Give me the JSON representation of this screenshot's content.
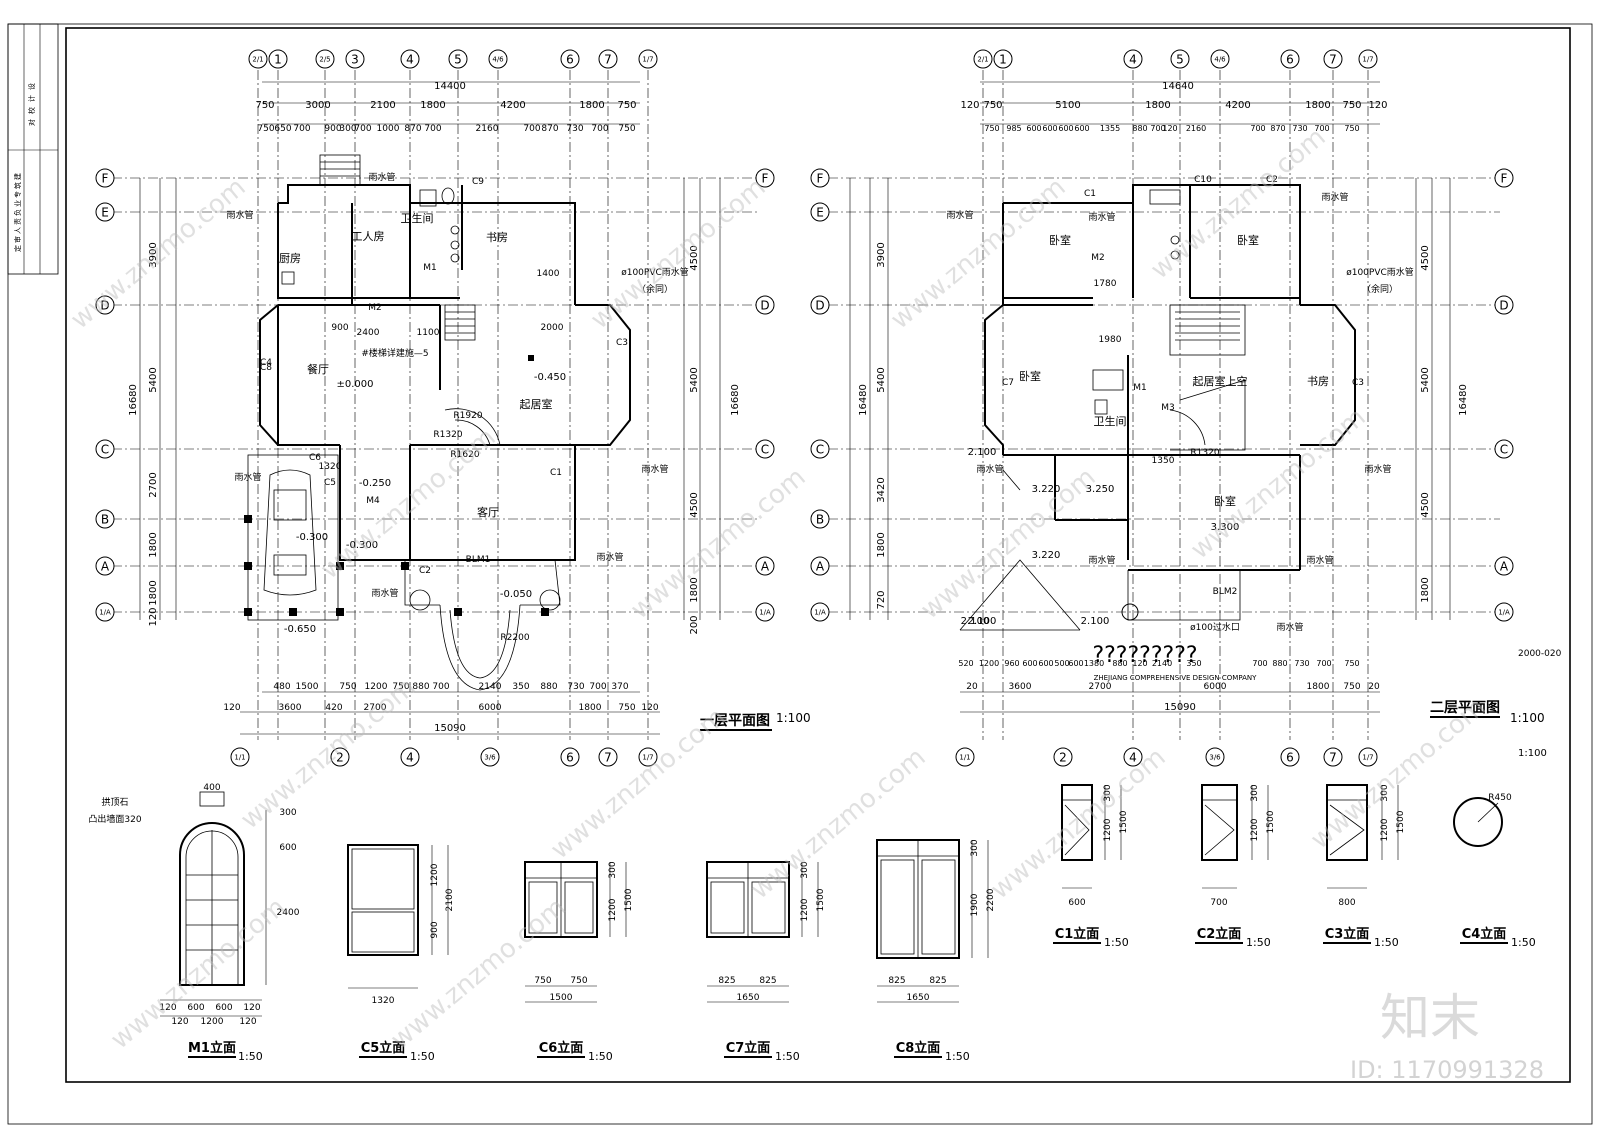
{
  "title_block": {
    "items": [
      "建",
      "筑",
      "专",
      "业",
      "负",
      "责",
      "人",
      "审",
      "定"
    ],
    "column2": [
      "设",
      "计",
      "校",
      "对"
    ]
  },
  "plan1": {
    "title": "一层平面图",
    "scale": "1:100",
    "top_axes": [
      "2/1",
      "1",
      "2/5",
      "3",
      "4",
      "5",
      "4/6",
      "6",
      "7",
      "1/7"
    ],
    "bottom_axes": [
      "1/1",
      "2",
      "4",
      "3/6",
      "6",
      "7",
      "1/7"
    ],
    "left_axes": [
      "F",
      "E",
      "D",
      "C",
      "B",
      "A",
      "1/A"
    ],
    "right_axes": [
      "F",
      "D",
      "C",
      "A",
      "1/A"
    ],
    "overall_width": "14400",
    "bottom_width": "15090",
    "overall_height": "16680",
    "top_dims_row1": [
      "750",
      "3000",
      "2100",
      "1800",
      "4200",
      "1800",
      "750"
    ],
    "top_dims_row2": [
      "750",
      "650",
      "700",
      "900",
      "300",
      "700",
      "1000",
      "870",
      "700",
      "2160",
      "700",
      "870",
      "730",
      "700",
      "750"
    ],
    "bottom_dims_row1": [
      "480",
      "1500",
      "750",
      "1200",
      "750",
      "880",
      "700",
      "2140",
      "350",
      "880",
      "730",
      "700",
      "370"
    ],
    "bottom_dims_row2": [
      "120",
      "3600",
      "420",
      "2700",
      "6000",
      "1800",
      "750",
      "120"
    ],
    "left_dims": [
      "3900",
      "5400",
      "2700",
      "1800",
      "1800",
      "120"
    ],
    "right_dims": [
      "4500",
      "5400",
      "4500",
      "1800",
      "200"
    ],
    "rooms": [
      "工人房",
      "厨房",
      "卫生间",
      "书房",
      "餐厅",
      "起居室",
      "客厅"
    ],
    "elevations": [
      "±0.000",
      "-0.450",
      "-0.250",
      "-0.300",
      "-0.300",
      "-0.050",
      "-0.650"
    ],
    "notes": [
      "雨水管",
      "ø100PVC雨水管",
      "（余同）",
      "#楼梯详建施—5",
      "BLM1",
      "C1",
      "C2",
      "C3",
      "C4",
      "C5",
      "C6",
      "C8",
      "C9",
      "M1",
      "M2",
      "M4",
      "R1320",
      "R1920",
      "R1620",
      "R2200",
      "1400",
      "2000",
      "2400",
      "1100",
      "1320",
      "900"
    ]
  },
  "plan2": {
    "title": "二层平面图",
    "scale": "1:100",
    "top_axes": [
      "2/1",
      "1",
      "4",
      "5",
      "4/6",
      "6",
      "7",
      "1/7"
    ],
    "bottom_axes": [
      "1/1",
      "2",
      "4",
      "3/6",
      "6",
      "7",
      "1/7"
    ],
    "overall_width": "14640",
    "bottom_width": "15090",
    "overall_height": "16480",
    "top_dims_row1": [
      "120",
      "750",
      "5100",
      "1800",
      "4200",
      "1800",
      "750",
      "120"
    ],
    "top_dims_row2": [
      "750",
      "985",
      "600",
      "600",
      "600",
      "600",
      "1355",
      "880",
      "700",
      "120",
      "2160",
      "700",
      "870",
      "730",
      "700",
      "750"
    ],
    "bottom_dims_row1": [
      "520",
      "1200",
      "960",
      "600",
      "600",
      "500",
      "600",
      "1380",
      "880",
      "120",
      "2140",
      "350",
      "700",
      "880",
      "730",
      "700",
      "750"
    ],
    "bottom_dims_row2": [
      "20",
      "3600",
      "2700",
      "6000",
      "1800",
      "750",
      "20"
    ],
    "left_dims": [
      "3900",
      "5400",
      "3420",
      "1800",
      "720"
    ],
    "right_dims": [
      "4500",
      "5400",
      "4500",
      "1800"
    ],
    "rooms": [
      "卧室",
      "卧室",
      "卧室",
      "卧室",
      "书房",
      "卫生间",
      "起居室上空"
    ],
    "elevations": [
      "3.220",
      "3.250",
      "3.300",
      "3.220",
      "2.100",
      "2.100",
      "2.100",
      "2.100"
    ],
    "notes": [
      "雨水管",
      "ø100PVC雨水管",
      "（余同）",
      "BLM2",
      "ø100过水口",
      "M1",
      "M2",
      "M3",
      "C1",
      "C2",
      "C3",
      "C7",
      "C10",
      "1780",
      "1980",
      "1350",
      "R1320"
    ],
    "drawing_no": "2000-020",
    "company_text": "ZHEJIANG COMPREHENSIVE DESIGN COMPANY",
    "stamp_text": "?????????"
  },
  "extra_scale": "1:100",
  "details": [
    {
      "id": "m1",
      "title": "M1立面",
      "scale": "1:50",
      "labels": [
        "拱顶石",
        "凸出墙面320",
        "400",
        "300",
        "600",
        "2400",
        "120",
        "600",
        "600",
        "120",
        "120",
        "1200",
        "120"
      ]
    },
    {
      "id": "c5",
      "title": "C5立面",
      "scale": "1:50",
      "labels": [
        "1200",
        "2100",
        "900",
        "1320"
      ]
    },
    {
      "id": "c6",
      "title": "C6立面",
      "scale": "1:50",
      "labels": [
        "300",
        "1200",
        "1500",
        "750",
        "750",
        "1500"
      ]
    },
    {
      "id": "c7",
      "title": "C7立面",
      "scale": "1:50",
      "labels": [
        "300",
        "1200",
        "1500",
        "825",
        "825",
        "1650"
      ]
    },
    {
      "id": "c8",
      "title": "C8立面",
      "scale": "1:50",
      "labels": [
        "300",
        "1900",
        "2200",
        "825",
        "825",
        "1650"
      ]
    },
    {
      "id": "c1",
      "title": "C1立面",
      "scale": "1:50",
      "labels": [
        "300",
        "1200",
        "1500",
        "600"
      ]
    },
    {
      "id": "c2",
      "title": "C2立面",
      "scale": "1:50",
      "labels": [
        "300",
        "1200",
        "1500",
        "700"
      ]
    },
    {
      "id": "c3",
      "title": "C3立面",
      "scale": "1:50",
      "labels": [
        "300",
        "1200",
        "1500",
        "800"
      ]
    },
    {
      "id": "c4",
      "title": "C4立面",
      "scale": "1:50",
      "labels": [
        "R450"
      ]
    }
  ],
  "watermark": {
    "logo": "知末",
    "id_label": "ID: 1170991328",
    "site": "www.znzmo.com"
  }
}
